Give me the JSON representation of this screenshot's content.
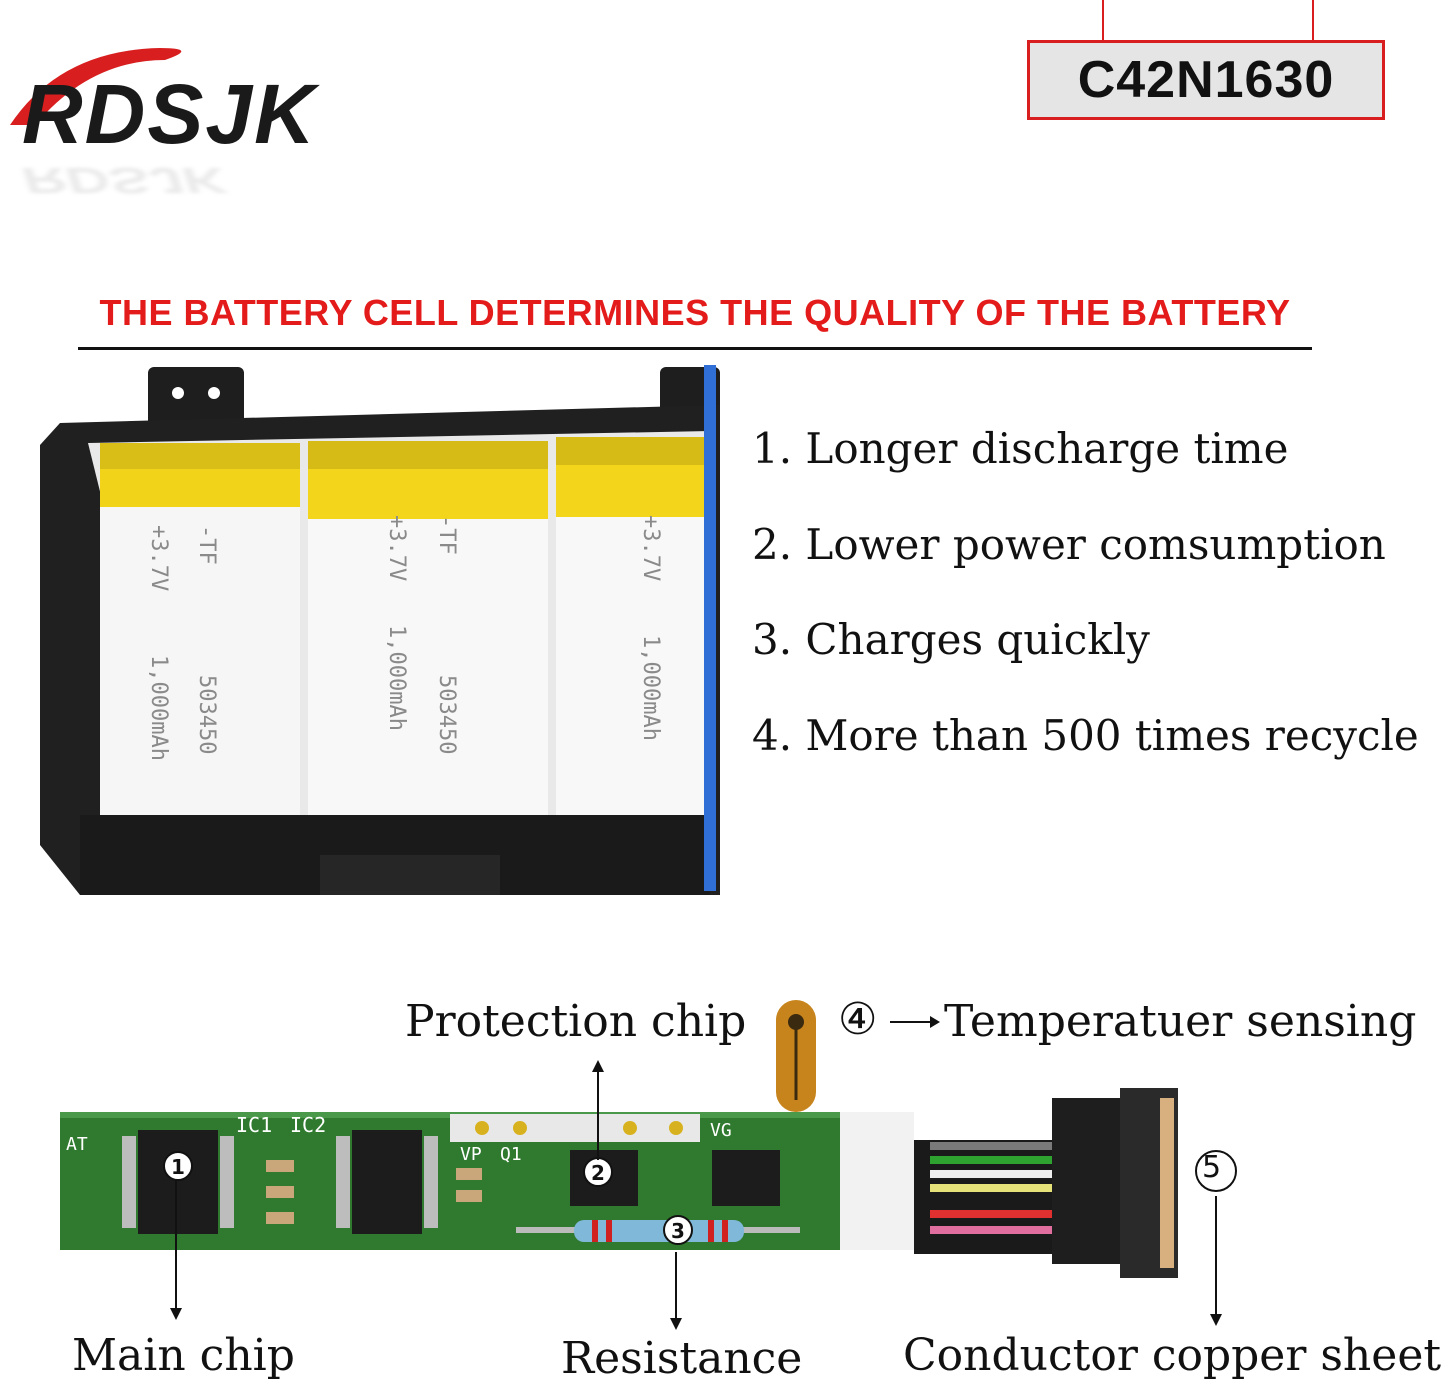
{
  "brand": {
    "logo_text": "RDSJK",
    "accent_color": "#d81e1e"
  },
  "model_badge": {
    "text": "C42N1630",
    "border_color": "#d81e1e"
  },
  "headline": {
    "text": "THE BATTERY CELL DETERMINES THE QUALITY OF THE BATTERY",
    "color": "#e41b1b"
  },
  "cell_labels": {
    "voltage": "+3.7V",
    "capacity": "1,000mAh",
    "model": "503450",
    "prefix": "-TF"
  },
  "features": [
    "1. Longer discharge time",
    "2. Lower power comsumption",
    "3. Charges quickly",
    "4. More than 500 times recycle"
  ],
  "pcb": {
    "silkscreen": [
      "IC1",
      "IC2",
      "VP",
      "Q1",
      "VG",
      "AT"
    ],
    "markers": [
      "1",
      "2",
      "3",
      "4",
      "5"
    ]
  },
  "callouts": {
    "protection_chip": "Protection chip",
    "temperature": "Temperatuer sensing",
    "temperature_marker": "④",
    "connector_marker": "⑤",
    "main_chip": "Main chip",
    "resistance": "Resistance",
    "copper_sheet": "Conductor copper sheet"
  }
}
